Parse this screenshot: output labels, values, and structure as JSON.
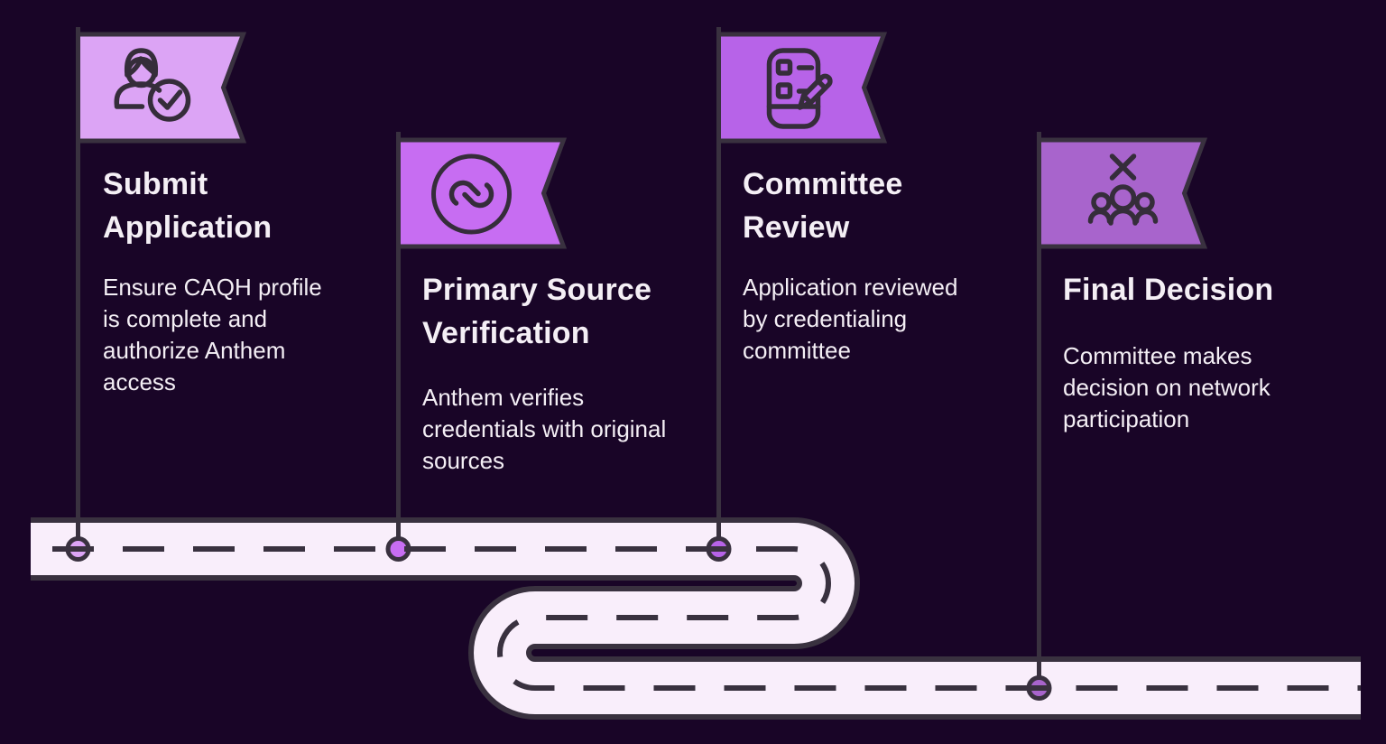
{
  "meta": {
    "type": "credentialing-roadmap-infographic"
  },
  "theme": {
    "background": "#190527",
    "road_fill": "#f9eefb",
    "outline": "#39313f",
    "icon_stroke": "#352d3a",
    "text_color": "#f4eff5"
  },
  "steps": [
    {
      "title": "Submit Application",
      "description": "Ensure CAQH profile is complete and authorize Anthem access",
      "flag_color": "#dca4f5",
      "icon": "person-check-icon"
    },
    {
      "title": "Primary Source Verification",
      "description": "Anthem verifies credentials with original sources",
      "flag_color": "#c76df2",
      "icon": "linked-verification-icon"
    },
    {
      "title": "Committee Review",
      "description": "Application reviewed by credentialing committee",
      "flag_color": "#b763e8",
      "icon": "checklist-pencil-icon"
    },
    {
      "title": "Final Decision",
      "description": "Committee makes decision on network participation",
      "flag_color": "#a864cc",
      "icon": "committee-x-icon"
    }
  ]
}
